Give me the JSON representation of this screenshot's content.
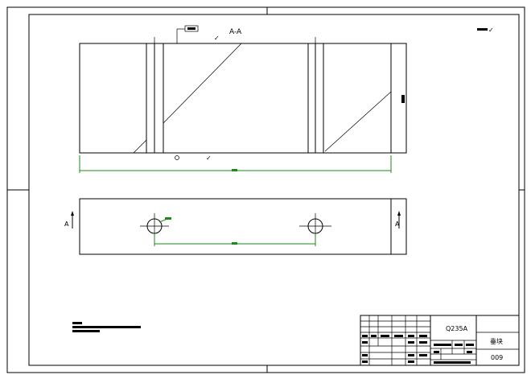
{
  "section_label": "A-A",
  "roughness_symbol": "✓",
  "view_arrow_label_left": "A",
  "view_arrow_label_right": "A",
  "title_block": {
    "material": "Q235A",
    "part_name": "垂块",
    "drawing_no": "009"
  }
}
